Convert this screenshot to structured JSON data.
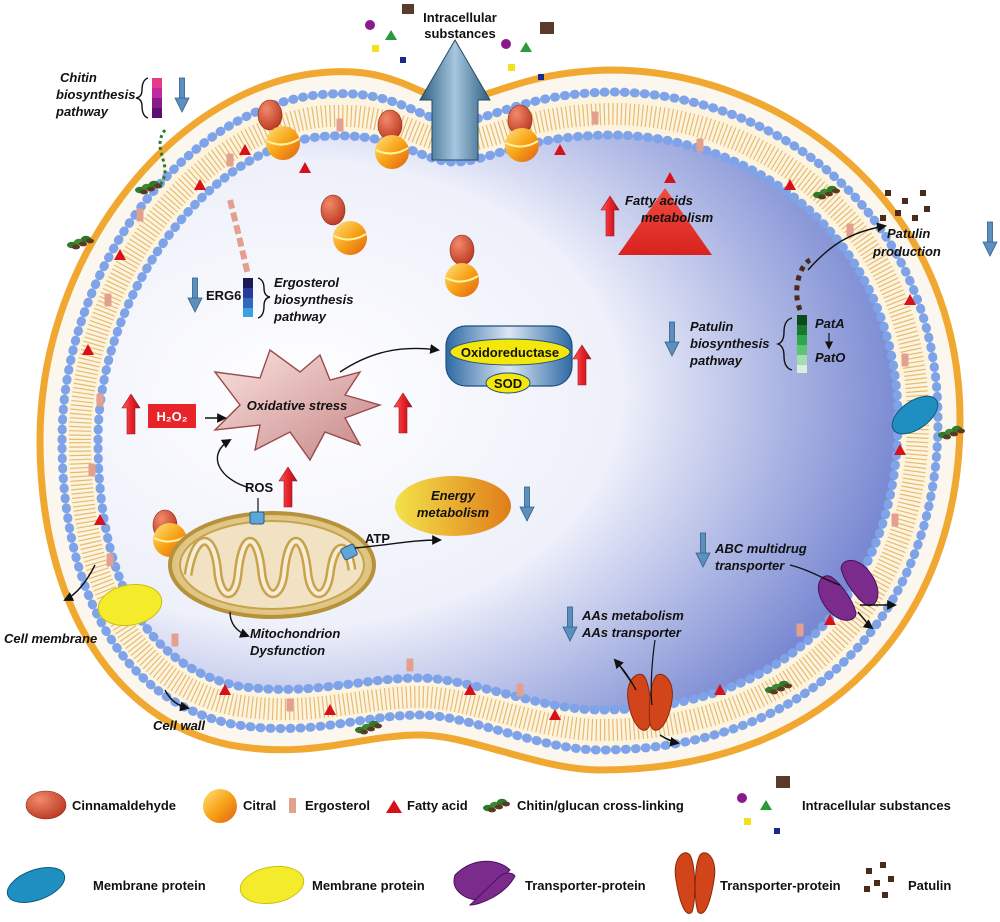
{
  "labels": {
    "intracellular_top": [
      "Intracellular",
      "substances"
    ],
    "chitin_pathway": [
      "Chitin",
      "biosynthesis",
      "pathway"
    ],
    "erg6": "ERG6",
    "ergosterol_pathway": [
      "Ergosterol",
      "biosynthesis",
      "pathway"
    ],
    "fatty_acids": [
      "Fatty acids",
      "metabolism"
    ],
    "patulin_production": [
      "Patulin",
      "production"
    ],
    "patulin_pathway": [
      "Patulin",
      "biosynthesis",
      "pathway"
    ],
    "pat_a": "PatA",
    "pat_o": "PatO",
    "oxidoreductase": "Oxidoreductase",
    "sod": "SOD",
    "h2o2": "H₂O₂",
    "oxidative_stress": "Oxidative stress",
    "ros": "ROS",
    "atp": "ATP",
    "energy": [
      "Energy",
      "metabolism"
    ],
    "mitochondrion": [
      "Mitochondrion",
      "Dysfunction"
    ],
    "abc": [
      "ABC multidrug",
      "transporter"
    ],
    "aas": [
      "AAs metabolism",
      "AAs transporter"
    ],
    "cell_membrane": "Cell membrane",
    "cell_wall": "Cell wall"
  },
  "legend": {
    "cinnamaldehyde": "Cinnamaldehyde",
    "citral": "Citral",
    "ergosterol": "Ergosterol",
    "fatty_acid": "Fatty acid",
    "chitin_glucan": "Chitin/glucan cross-linking",
    "intracellular": "Intracellular substances",
    "membrane_protein_1": "Membrane protein",
    "membrane_protein_2": "Membrane protein",
    "transporter_1": "Transporter-protein",
    "transporter_2": "Transporter-protein",
    "patulin": "Patulin"
  },
  "colors": {
    "cell_wall": "#f0a830",
    "lipid_head": "#7fa3e8",
    "up_arrow": "#e8232a",
    "down_arrow": "#4a7fb0",
    "fatty_acid": "#d8101a",
    "ergosterol": "#e3a08f",
    "chitin": "#2e6a2a",
    "patulin": "#4a2a18",
    "membrane_protein_blue": "#1f8ec0",
    "membrane_protein_yellow": "#f4ec2a",
    "transporter_purple": "#7a2b8c",
    "transporter_orange": "#d2451a"
  }
}
